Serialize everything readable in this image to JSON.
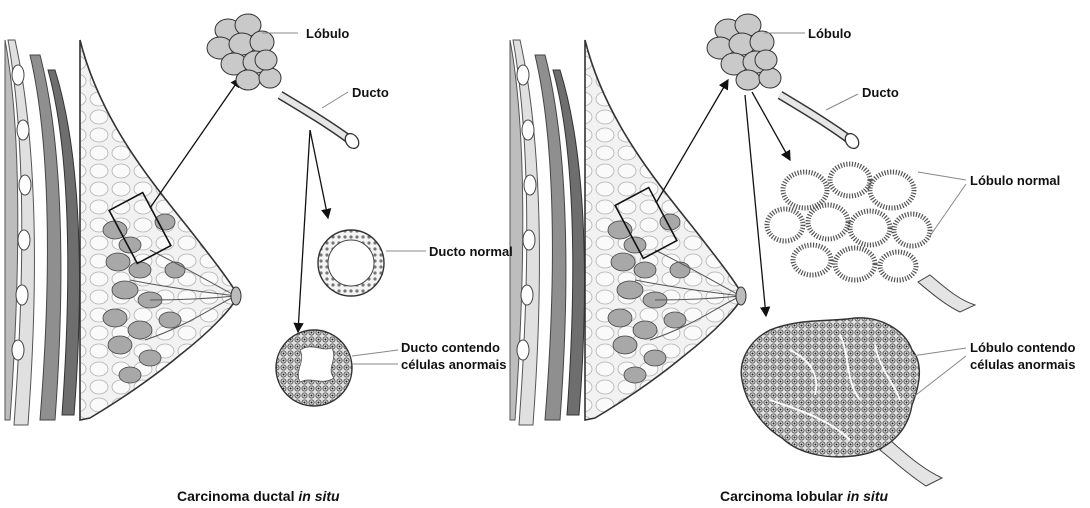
{
  "left_panel": {
    "labels": {
      "lobulo": "Lóbulo",
      "ducto": "Ducto",
      "ducto_normal": "Ducto normal",
      "ducto_anormal_l1": "Ducto contendo",
      "ducto_anormal_l2": "células anormais"
    },
    "caption": {
      "main": "Carcinoma ductal",
      "italic": "in situ"
    }
  },
  "right_panel": {
    "labels": {
      "lobulo": "Lóbulo",
      "ducto": "Ducto",
      "lobulo_normal": "Lóbulo normal",
      "lobulo_anormal_l1": "Lóbulo contendo",
      "lobulo_anormal_l2": "células anormais"
    },
    "caption": {
      "main": "Carcinoma lobular",
      "italic": "in situ"
    }
  },
  "colors": {
    "ink": "#111111",
    "tissue_fill": "#ececec",
    "tissue_dark": "#9a9a9a",
    "lobule_fill": "#c9c9c9"
  }
}
